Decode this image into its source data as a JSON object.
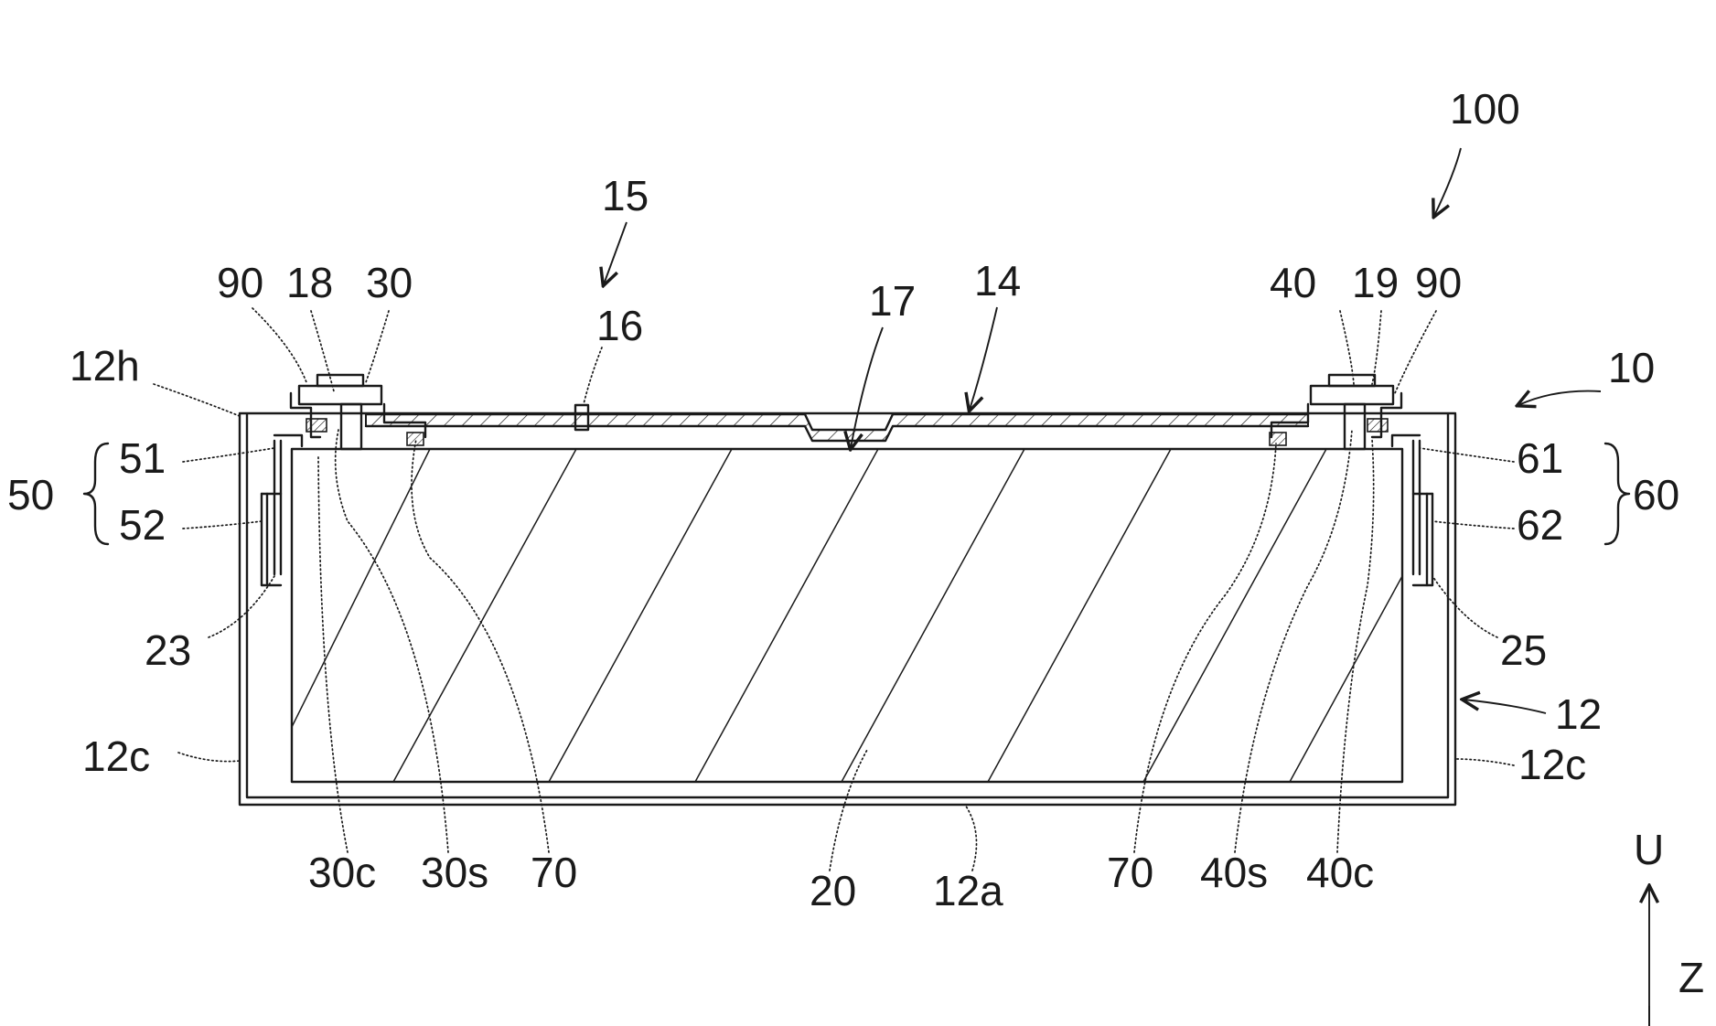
{
  "labels": {
    "l100": "100",
    "l15": "15",
    "l17": "17",
    "l14": "14",
    "l16": "16",
    "l10": "10",
    "l90_left": "90",
    "l18": "18",
    "l30": "30",
    "l40": "40",
    "l19": "19",
    "l90_right": "90",
    "l12h": "12h",
    "l50": "50",
    "l51": "51",
    "l52": "52",
    "l23": "23",
    "l12c_left": "12c",
    "l60": "60",
    "l61": "61",
    "l62": "62",
    "l25": "25",
    "l12": "12",
    "l12c_right": "12c",
    "l30c": "30c",
    "l30s": "30s",
    "l70_left": "70",
    "l20": "20",
    "l12a": "12a",
    "l70_right": "70",
    "l40s": "40s",
    "l40c": "40c",
    "axis_u": "U",
    "axis_z": "Z"
  }
}
